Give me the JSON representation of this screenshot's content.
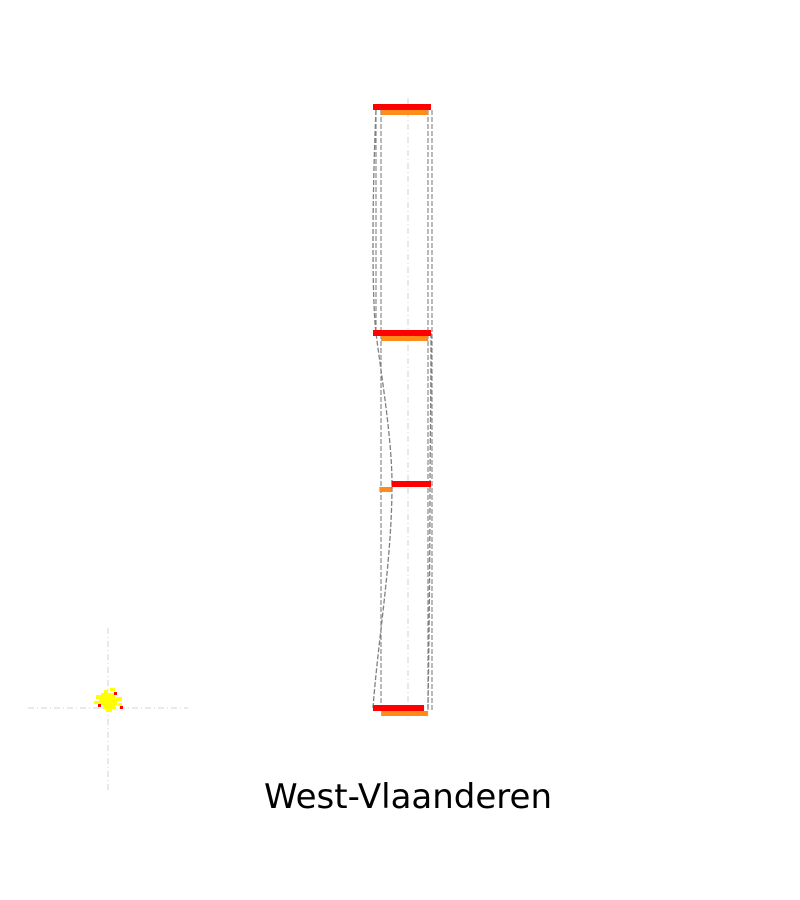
{
  "chart_data": {
    "type": "other",
    "title": "West-Vlaanderen",
    "colors": {
      "bar_primary": "#ff0000",
      "bar_secondary": "#ff8c1a",
      "outline": "#808080",
      "crosshair": "#d3d3d3",
      "blob": "#ffff00"
    },
    "levels": [
      {
        "primary": [
          0.0,
          1.0
        ],
        "secondary": [
          0.14,
          0.95
        ]
      },
      {
        "primary": [
          0.0,
          1.0
        ],
        "secondary": [
          0.14,
          0.95
        ]
      },
      {
        "primary": [
          0.32,
          1.0
        ],
        "secondary": [
          0.11,
          0.32
        ]
      },
      {
        "primary": [
          0.0,
          0.88
        ],
        "secondary": [
          0.14,
          0.95
        ]
      }
    ]
  }
}
